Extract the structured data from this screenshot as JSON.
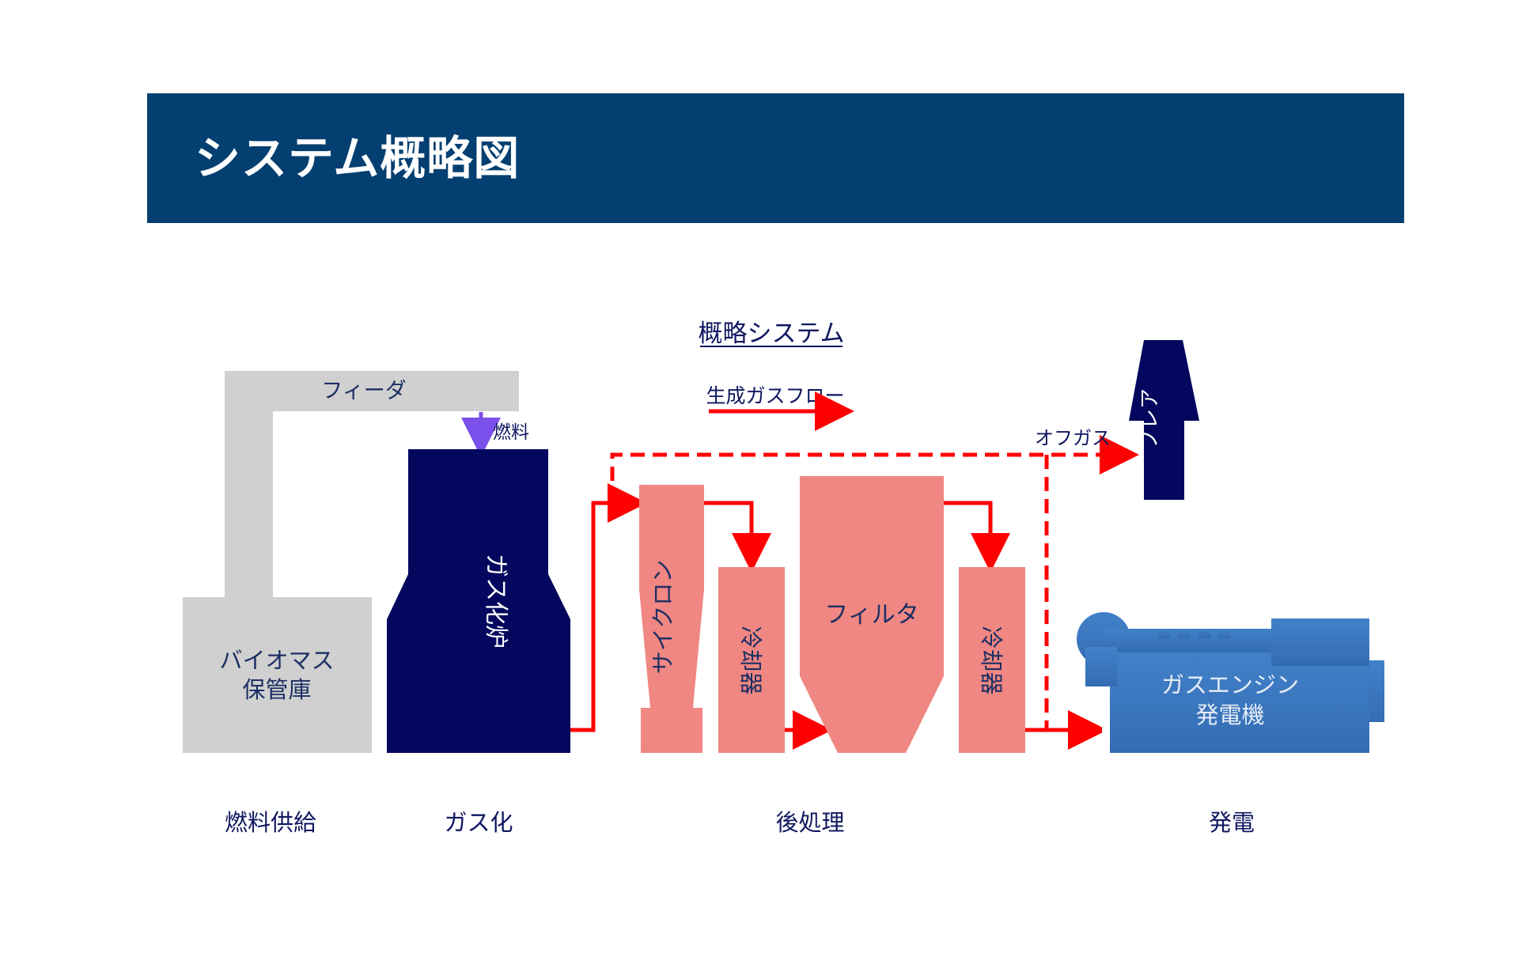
{
  "header": {
    "title": "システム概略図"
  },
  "diagram": {
    "title": "概略システム",
    "legend": {
      "flow_label": "生成ガスフロー"
    },
    "components": {
      "feeder": "フィーダ",
      "fuel": "燃料",
      "biomass_storage_line1": "バイオマス",
      "biomass_storage_line2": "保管庫",
      "gasifier": "ガス化炉",
      "cyclone": "サイクロン",
      "cooler1": "冷却器",
      "filter": "フィルタ",
      "cooler2": "冷却器",
      "offgas": "オフガス",
      "flare": "フレア",
      "engine_line1": "ガスエンジン",
      "engine_line2": "発電機"
    },
    "stages": {
      "fuel_supply": "燃料供給",
      "gasification": "ガス化",
      "post_treatment": "後処理",
      "power_generation": "発電"
    }
  },
  "colors": {
    "header_bg": "#033f70",
    "storage_gray": "#cfd0cf",
    "gasifier_navy": "#03085e",
    "treatment_pink": "#f08782",
    "flow_red": "#ff0000",
    "fuel_arrow_purple": "#7b4fe9",
    "engine_blue": "#3a74bd",
    "label_navy": "#0f1760"
  }
}
